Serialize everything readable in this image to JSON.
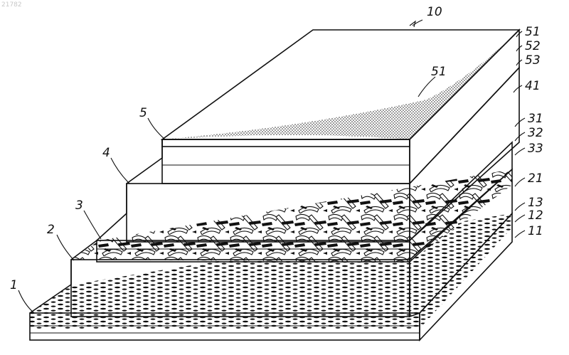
{
  "corner_id": "21782",
  "labels": {
    "l10": "10",
    "l51a": "51",
    "l52": "52",
    "l53": "53",
    "l51b": "51",
    "l41": "41",
    "l31": "31",
    "l32": "32",
    "l33": "33",
    "l21": "21",
    "l13": "13",
    "l12": "12",
    "l11": "11",
    "l1": "1",
    "l2": "2",
    "l3": "3",
    "l4": "4",
    "l5": "5"
  },
  "colors": {
    "ink": "#111111",
    "paper": "#ffffff"
  }
}
